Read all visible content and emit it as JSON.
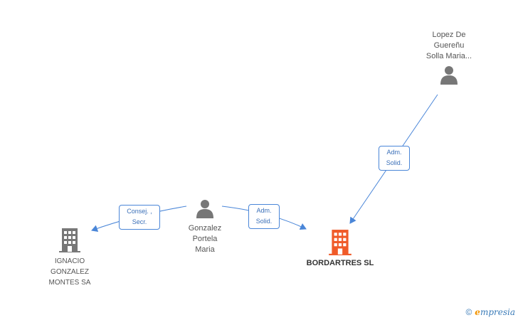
{
  "nodes": {
    "lopez": {
      "lines": [
        "Lopez De",
        "Guereñu",
        "Solla Maria..."
      ],
      "type": "person",
      "icon": "person-icon"
    },
    "gonzalez": {
      "lines": [
        "Gonzalez",
        "Portela",
        "Maria"
      ],
      "type": "person",
      "icon": "person-icon"
    },
    "ignacio": {
      "lines": [
        "IGNACIO",
        "GONZALEZ",
        "MONTES SA"
      ],
      "type": "company",
      "icon": "building-icon"
    },
    "bordartres": {
      "lines": [
        "BORDARTRES SL"
      ],
      "type": "company-main",
      "icon": "building-icon"
    }
  },
  "edges": {
    "lopez_bordartres": {
      "lines": [
        "Adm.",
        "Solid."
      ]
    },
    "gonzalez_bordartres": {
      "lines": [
        "Adm.",
        "Solid."
      ]
    },
    "gonzalez_ignacio": {
      "lines": [
        "Consej. ,",
        "Secr."
      ]
    }
  },
  "colors": {
    "edge": "#4a86d8",
    "person_icon": "#777777",
    "company_icon": "#777777",
    "main_company_icon": "#f05a28"
  },
  "watermark": {
    "symbol": "©",
    "brand_initial": "e",
    "brand_rest": "mpresia"
  }
}
